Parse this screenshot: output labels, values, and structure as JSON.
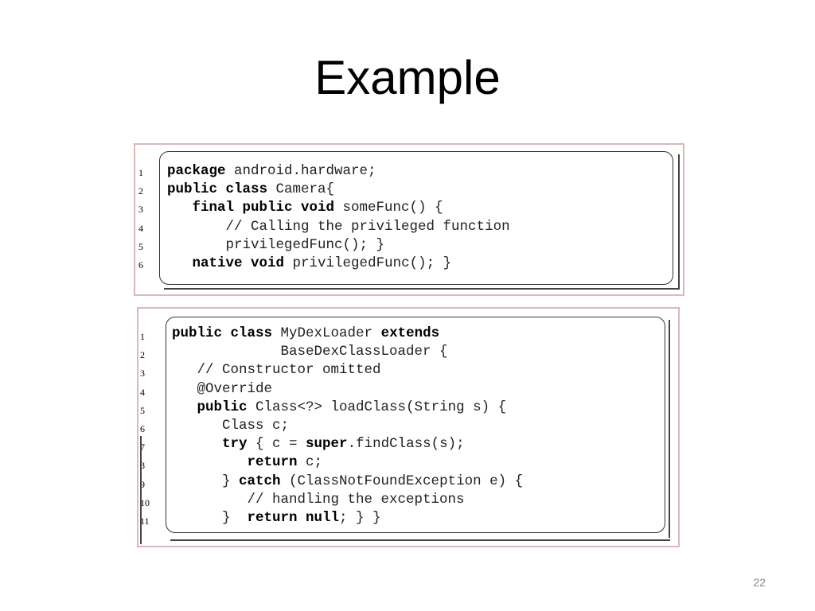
{
  "slide": {
    "title": "Example",
    "page_number": "22"
  },
  "figure1": {
    "line_numbers": [
      "1",
      "2",
      "3",
      "4",
      "5",
      "6"
    ],
    "lines": [
      [
        {
          "t": "package",
          "kw": true
        },
        {
          "t": " android.hardware;"
        }
      ],
      [
        {
          "t": "public class",
          "kw": true
        },
        {
          "t": " Camera{"
        }
      ],
      [
        {
          "t": "   "
        },
        {
          "t": "final public void",
          "kw": true
        },
        {
          "t": " someFunc() {"
        }
      ],
      [
        {
          "t": "       // Calling the privileged function"
        }
      ],
      [
        {
          "t": "       privilegedFunc(); }"
        }
      ],
      [
        {
          "t": "   "
        },
        {
          "t": "native void",
          "kw": true
        },
        {
          "t": " privilegedFunc(); }"
        }
      ]
    ]
  },
  "figure2": {
    "line_numbers": [
      "1",
      "2",
      "3",
      "4",
      "5",
      "6",
      "7",
      "8",
      "9",
      "10",
      "11"
    ],
    "lines": [
      [
        {
          "t": "public class",
          "kw": true
        },
        {
          "t": " MyDexLoader "
        },
        {
          "t": "extends",
          "kw": true
        }
      ],
      [
        {
          "t": "             BaseDexClassLoader {"
        }
      ],
      [
        {
          "t": "   // Constructor omitted"
        }
      ],
      [
        {
          "t": "   @Override"
        }
      ],
      [
        {
          "t": "   "
        },
        {
          "t": "public",
          "kw": true
        },
        {
          "t": " Class<?> loadClass(String s) {"
        }
      ],
      [
        {
          "t": "      Class c;"
        }
      ],
      [
        {
          "t": "      "
        },
        {
          "t": "try",
          "kw": true
        },
        {
          "t": " { c = "
        },
        {
          "t": "super",
          "kw": true
        },
        {
          "t": ".findClass(s);"
        }
      ],
      [
        {
          "t": "         "
        },
        {
          "t": "return",
          "kw": true
        },
        {
          "t": " c;"
        }
      ],
      [
        {
          "t": "      } "
        },
        {
          "t": "catch",
          "kw": true
        },
        {
          "t": " (ClassNotFoundException e) {"
        }
      ],
      [
        {
          "t": "         // handling the exceptions"
        }
      ],
      [
        {
          "t": "      }  "
        },
        {
          "t": "return null",
          "kw": true
        },
        {
          "t": "; } }"
        }
      ]
    ]
  }
}
